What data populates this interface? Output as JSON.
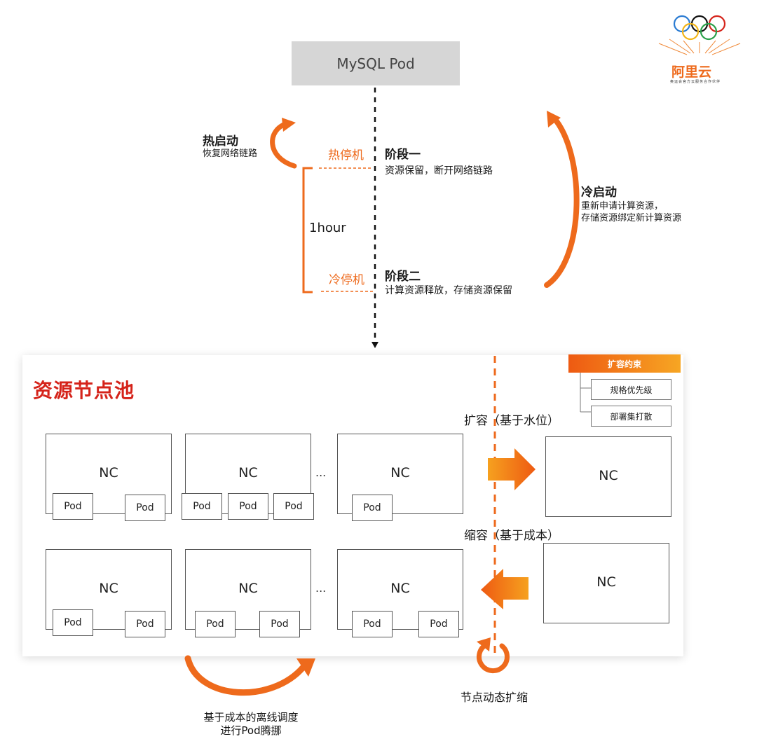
{
  "mysql_pod": "MySQL Pod",
  "hot_start": {
    "title": "热启动",
    "desc": "恢复网络链路"
  },
  "hot_stop": "热停机",
  "stage1": {
    "title": "阶段一",
    "desc": "资源保留，断开网络链路"
  },
  "duration": "1hour",
  "cold_stop": "冷停机",
  "stage2": {
    "title": "阶段二",
    "desc": "计算资源释放，存储资源保留"
  },
  "cold_start": {
    "title": "冷启动",
    "line1": "重新申请计算资源，",
    "line2": "存储资源绑定新计算资源"
  },
  "pool_title": "资源节点池",
  "constraints": {
    "title": "扩容约束",
    "items": [
      "规格优先级",
      "部署集打散"
    ]
  },
  "scale_out": "扩容（基于水位）",
  "scale_in": "缩容（基于成本）",
  "nc": "NC",
  "pod": "Pod",
  "ellipsis": "...",
  "migration": {
    "line1": "基于成本的离线调度",
    "line2": "进行Pod腾挪"
  },
  "dynamic": "节点动态扩缩",
  "logo": {
    "brand": "阿里云",
    "tagline": "奥运会官方云服务合作伙伴"
  },
  "colors": {
    "accent": "#ee6a1c",
    "title_red": "#d5231a",
    "box_grey": "#d6d6d6"
  }
}
